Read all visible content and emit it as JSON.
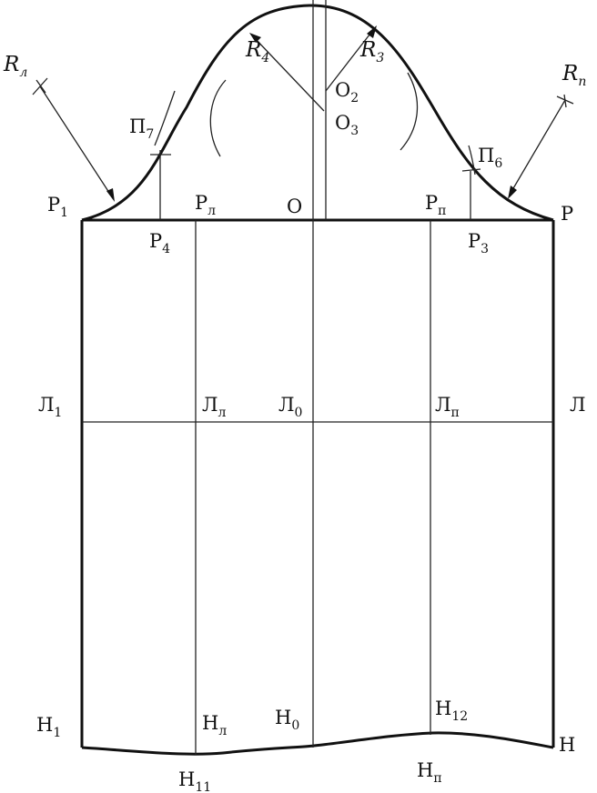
{
  "labels": {
    "R_l": {
      "main": "R",
      "sub": "л"
    },
    "R_p": {
      "main": "R",
      "sub": "п"
    },
    "R4": {
      "main": "R",
      "sub": "4"
    },
    "R3": {
      "main": "R",
      "sub": "3"
    },
    "O2": {
      "main": "O",
      "sub": "2"
    },
    "O3": {
      "main": "O",
      "sub": "3"
    },
    "P7": {
      "main": "П",
      "sub": "7"
    },
    "P6": {
      "main": "П",
      "sub": "6"
    },
    "P1": {
      "main": "Р",
      "sub": "1"
    },
    "Pl": {
      "main": "Р",
      "sub": "л"
    },
    "O": {
      "main": "O",
      "sub": ""
    },
    "Pp": {
      "main": "Р",
      "sub": "п"
    },
    "P": {
      "main": "Р",
      "sub": ""
    },
    "P4": {
      "main": "Р",
      "sub": "4"
    },
    "P3": {
      "main": "Р",
      "sub": "3"
    },
    "L1": {
      "main": "Л",
      "sub": "1"
    },
    "Ll": {
      "main": "Л",
      "sub": "л"
    },
    "L0": {
      "main": "Л",
      "sub": "0"
    },
    "Lp": {
      "main": "Л",
      "sub": "п"
    },
    "L": {
      "main": "Л",
      "sub": ""
    },
    "H1": {
      "main": "Н",
      "sub": "1"
    },
    "Hl": {
      "main": "Н",
      "sub": "л"
    },
    "H0": {
      "main": "Н",
      "sub": "0"
    },
    "H12": {
      "main": "Н",
      "sub": "12"
    },
    "H": {
      "main": "Н",
      "sub": ""
    },
    "H11": {
      "main": "Н",
      "sub": "11"
    },
    "Hp": {
      "main": "Н",
      "sub": "п"
    }
  }
}
